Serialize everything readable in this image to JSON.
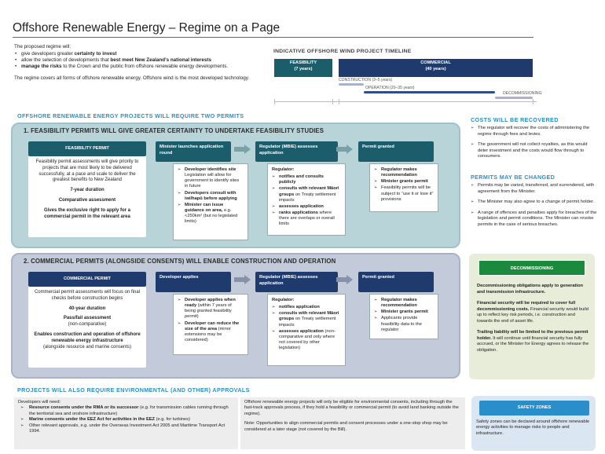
{
  "page": {
    "title": "Offshore Renewable Energy – Regime on a Page"
  },
  "intro": {
    "lead": "The proposed regime will:",
    "bullets": [
      {
        "pre": "give developers greater ",
        "bold": "certainty to invest",
        "post": ""
      },
      {
        "pre": "allow the selection of developments that ",
        "bold": "best meet New Zealand’s national interests",
        "post": ""
      },
      {
        "pre": "",
        "bold": "manage the risks",
        "post": " to the Crown and the public from offshore renewable energy developments."
      }
    ],
    "paragraph": "The regime covers all forms of offshore renewable energy. Offshore wind is the most developed technology."
  },
  "timeline": {
    "title": "INDICATIVE OFFSHORE WIND PROJECT TIMELINE",
    "feasibility_label": "FEASIBILITY",
    "feasibility_duration": "(7 years)",
    "commercial_label": "COMMERCIAL",
    "commercial_duration": "(40 years)",
    "construction": "CONSTRUCTION (3–5 years)",
    "operation": "OPERATION (20–35 years)",
    "decommissioning": "DECOMMISSIONING"
  },
  "permits_heading": "OFFSHORE RENEWABLE ENERGY PROJECTS WILL REQUIRE TWO PERMITS",
  "feasibility": {
    "heading": "1. FEASIBILITY PERMITS WILL GIVE GREATER CERTAINTY TO UNDERTAKE FEASIBILITY STUDIES",
    "permit_title": "FEASIBILITY PERMIT",
    "permit_desc": "Feasibility permit assessments will give priority to projects that are most likely to be delivered successfully, at a pace and scale to deliver the greatest benefits to New Zealand",
    "duration": "7-year duration",
    "assessment": "Comparative assessment",
    "exclusive": "Gives the exclusive right to apply for a commercial permit in the relevant area",
    "step1_head": "Minister launches application round",
    "step1_items": [
      {
        "bold": "Developer identifies site",
        "rest": " Legislation will allow for government to identify sites in future"
      },
      {
        "bold": "Developers consult with iwi/hapū before applying",
        "rest": ""
      },
      {
        "bold": "Minister can issue guidance on area,",
        "rest": " e.g. <250km² (but no legislated limits)"
      }
    ],
    "step2_head": "Regulator (MBIE) assesses application",
    "step2_lead": "Regulator:",
    "step2_items": [
      {
        "bold": "notifies and consults publicly",
        "rest": ""
      },
      {
        "bold": "consults with relevant Māori groups",
        "rest": " on Treaty settlement impacts"
      },
      {
        "bold": "assesses application",
        "rest": ""
      },
      {
        "bold": "ranks applications",
        "rest": " where there are overlaps or overall limits"
      }
    ],
    "step3_head": "Permit granted",
    "step3_items": [
      {
        "bold": "Regulator makes recommendation",
        "rest": ""
      },
      {
        "bold": "Minister grants permit",
        "rest": ""
      },
      {
        "bold": "",
        "rest": "Feasibility permits will be subject to “use it or lose it” provisions",
        "inline_bold": "“use it or lose it”"
      }
    ]
  },
  "commercial": {
    "heading": "2. COMMERCIAL PERMITS (ALONGSIDE CONSENTS) WILL ENABLE CONSTRUCTION AND OPERATION",
    "permit_title": "COMMERCIAL PERMIT",
    "permit_desc": "Commercial permit assessments will focus on final checks before construction begins",
    "duration": "40-year duration",
    "assessment": "Pass/fail assessment",
    "assessment_note": "(non-comparative)",
    "enables": "Enables construction and operation of offshore renewable energy infrastructure",
    "enables_note": "(alongside resource and marine consents)",
    "step1_head": "Developer applies",
    "step1_items": [
      {
        "bold": "Developer applies when ready",
        "rest": " (within 7 years of being granted feasibility permit)"
      },
      {
        "bold": "Developer can reduce the size of the area",
        "rest": " (minor extensions may be considered)"
      }
    ],
    "step2_head": "Regulator (MBIE) assesses application",
    "step2_lead": "Regulator:",
    "step2_items": [
      {
        "bold": "notifies application",
        "rest": ""
      },
      {
        "bold": "consults with relevant Māori groups",
        "rest": " on Treaty settlement impacts"
      },
      {
        "bold": "assesses application",
        "rest": " (non-comparative and only where not covered by other legislation)"
      }
    ],
    "step3_head": "Permit granted",
    "step3_items": [
      {
        "bold": "Regulator makes recommendation",
        "rest": ""
      },
      {
        "bold": "Minister grants permit",
        "rest": ""
      },
      {
        "bold": "",
        "rest": "Applicants provide feasibility data to the regulator"
      }
    ]
  },
  "costs": {
    "heading": "COSTS WILL BE RECOVERED",
    "items": [
      "The regulator will recover the costs of administering the regime through fees and levies.",
      "The government will not collect royalties, as this would deter investment and the costs would flow through to consumers."
    ]
  },
  "changes": {
    "heading": "PERMITS MAY BE CHANGED",
    "items": [
      "Permits may be varied, transferred, and surrendered, with agreement from the Minister.",
      "The Minister may also agree to a change of permit holder.",
      "A range of offences and penalties apply for breaches of the legislation and permit conditions. The Minister can revoke permits in the case of serious breaches."
    ]
  },
  "decommissioning": {
    "title": "DECOMMISSIONING",
    "p1": "Decommissioning obligations apply to generation and transmission infrastructure.",
    "p2_bold": "Financial security will be required to cover full decommissioning costs.",
    "p2_rest": " Financial security would build up to reflect key risk periods, i.e. construction and towards the end of asset life.",
    "p3_bold": "Trailing liability will be limited to the previous permit holder.",
    "p3_rest": " It will continue until financial security has fully accrued, or the Minister for Energy agrees to release the obligation."
  },
  "environment": {
    "heading": "PROJECTS WILL ALSO REQUIRE ENVIRONMENTAL (AND OTHER) APPROVALS",
    "lead": "Developers will need:",
    "items": [
      {
        "bold": "Resource consents under the RMA or its successor",
        "rest": " (e.g. for transmission cables running through the territorial sea and onshore infrastructure)"
      },
      {
        "bold": "Marine consents under the EEZ Act for activities in the EEZ",
        "rest": " (e.g. for turbines)"
      },
      {
        "bold": "",
        "rest": "Other relevant approvals, e.g. under the Overseas Investment Act 2005 and Maritime Transport Act 1994."
      }
    ],
    "right_p1": "Offshore renewable energy projects will only be eligible for environmental consents, including through the fast-track approvals process, if they hold a feasibility or commercial permit (to avoid land banking outside the regime).",
    "right_note": "Note: Opportunities to align commercial permits and consent processes under a one-stop shop may be considered at a later stage (not covered by the Bill)."
  },
  "safety": {
    "title": "SAFETY ZONES",
    "body": "Safety zones can be declared around offshore renewable energy activities to manage risks to people and infrastructure."
  }
}
